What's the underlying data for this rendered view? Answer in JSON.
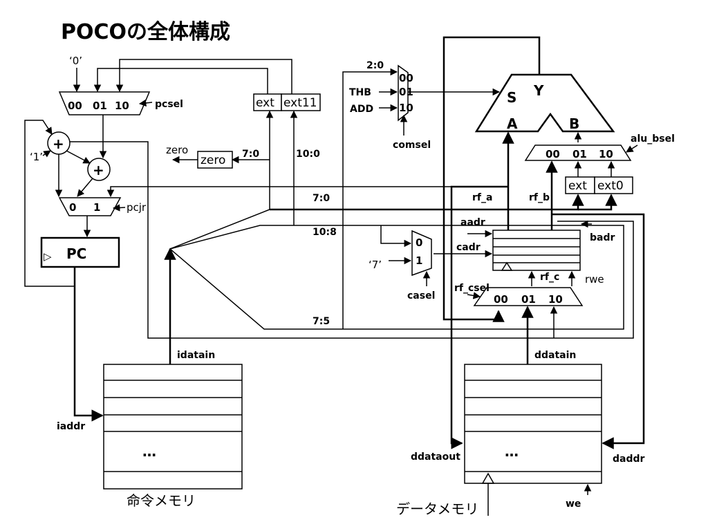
{
  "title": "POCOの全体構成",
  "pc_select": {
    "zero_input": "‘0’",
    "mux_inputs": [
      "00",
      "01",
      "10"
    ],
    "control": "pcsel"
  },
  "extenders": {
    "ext": "ext",
    "ext11": "ext11"
  },
  "adders": {
    "plus_symbol": "+",
    "one_input": "‘1’"
  },
  "zero_detect": {
    "box": "zero",
    "output": "zero"
  },
  "pc_jr_mux": {
    "inputs": [
      "0",
      "1"
    ],
    "control": "pcjr"
  },
  "pc_register": {
    "label": "PC",
    "clock_symbol": "▷"
  },
  "com_mux": {
    "inputs": [
      "00",
      "01",
      "10"
    ],
    "control": "comsel"
  },
  "alu": {
    "s_label": "S",
    "y_label": "Y",
    "a_label": "A",
    "b_label": "B",
    "s_sources": [
      "2:0",
      "THB",
      "ADD"
    ]
  },
  "alu_b_mux": {
    "inputs": [
      "00",
      "01",
      "10"
    ],
    "control": "alu_bsel"
  },
  "alu_b_ext": {
    "ext": "ext",
    "ext0": "ext0"
  },
  "bit_fields": {
    "f7_0_zero": "7:0",
    "f10_0": "10:0",
    "f7_0_bus": "7:0",
    "f10_8": "10:8",
    "f7_5": "7:5"
  },
  "register_file": {
    "rf_a": "rf_a",
    "rf_b": "rf_b",
    "aadr": "aadr",
    "badr": "badr",
    "cadr": "cadr",
    "rf_c": "rf_c",
    "rwe": "rwe"
  },
  "cadr_mux": {
    "inputs": [
      "0",
      "1"
    ],
    "seven_input": "‘7’",
    "control": "casel"
  },
  "rf_c_mux": {
    "inputs": [
      "00",
      "01",
      "10"
    ],
    "control": "rf_csel"
  },
  "instruction_memory": {
    "data_out": "idatain",
    "address": "iaddr",
    "ellipsis": "…",
    "caption": "命令メモリ"
  },
  "data_memory": {
    "data_out": "ddatain",
    "data_in": "ddataout",
    "address": "daddr",
    "write_enable": "we",
    "ellipsis": "…",
    "caption": "データメモリ"
  }
}
